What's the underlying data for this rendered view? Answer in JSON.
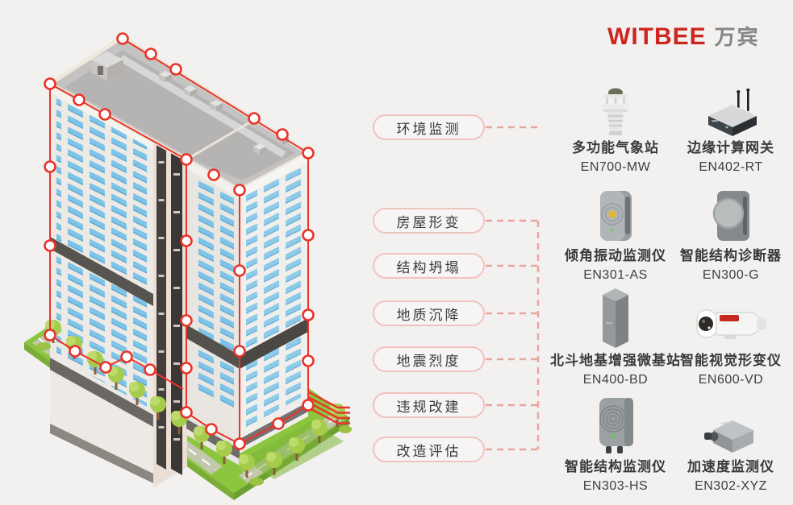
{
  "logo": {
    "brand": "WITBEE",
    "brand_cn": "万宾"
  },
  "categories": [
    {
      "label": "环境监测"
    },
    {
      "label": "房屋形变"
    },
    {
      "label": "结构坍塌"
    },
    {
      "label": "地质沉降"
    },
    {
      "label": "地震烈度"
    },
    {
      "label": "违规改建"
    },
    {
      "label": "改造评估"
    }
  ],
  "products": [
    {
      "name": "多功能气象站",
      "model": "EN700-MW",
      "icon": "weather-station"
    },
    {
      "name": "边缘计算网关",
      "model": "EN402-RT",
      "icon": "edge-gateway"
    },
    {
      "name": "倾角振动监测仪",
      "model": "EN301-AS",
      "icon": "tilt-vibration-sensor"
    },
    {
      "name": "智能结构诊断器",
      "model": "EN300-G",
      "icon": "structure-diagnoser"
    },
    {
      "name": "北斗地基增强微基站",
      "model": "EN400-BD",
      "icon": "beidou-base-station"
    },
    {
      "name": "智能视觉形变仪",
      "model": "EN600-VD",
      "icon": "vision-deformation-camera"
    },
    {
      "name": "智能结构监测仪",
      "model": "EN303-HS",
      "icon": "structure-monitor"
    },
    {
      "name": "加速度监测仪",
      "model": "EN302-XYZ",
      "icon": "accelerometer"
    }
  ],
  "colors": {
    "accent_red": "#e8342a",
    "brand_red": "#cd2620",
    "brand_gray": "#858585",
    "pill_border": "#f1c3be",
    "dash_pink": "#e9a49d",
    "window_blue": "#7ec3e8",
    "grass_green": "#8cc63f",
    "text_dark": "#3a3a3a"
  }
}
